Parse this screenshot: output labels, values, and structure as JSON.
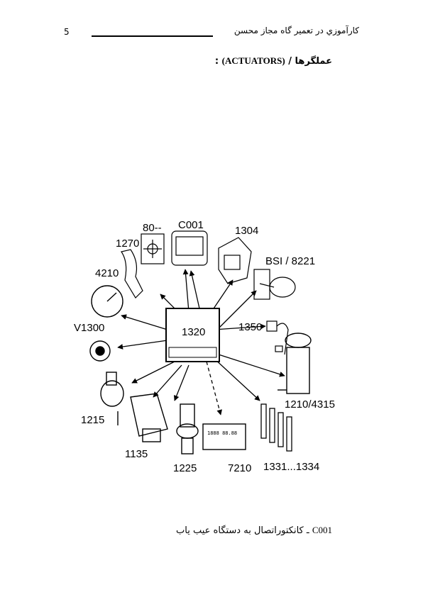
{
  "header": {
    "page_number": "5",
    "title": "کارآموزي در تعمير گاه مجاز محسن"
  },
  "section": {
    "heading_fa": "عملگرها",
    "heading_en": "(ACTUATORS)",
    "heading_suffix": ":"
  },
  "figure": {
    "center_label": "1320",
    "labels": {
      "l_80": "80--",
      "l_c001": "C001",
      "l_1304": "1304",
      "l_1270": "1270",
      "l_bsi": "BSI / 8221",
      "l_4210": "4210",
      "l_1350": "1350",
      "l_v1300": "V1300",
      "l_1210": "1210/4315",
      "l_1215": "1215",
      "l_1135": "1135",
      "l_1225": "1225",
      "l_7210": "7210",
      "l_1331": "1331...1334",
      "display_text": "1888 88.88"
    }
  },
  "caption": {
    "code": "C001",
    "separator": "ـ",
    "text": "کانکتوراتصال به دستگاه عیب یاب"
  }
}
